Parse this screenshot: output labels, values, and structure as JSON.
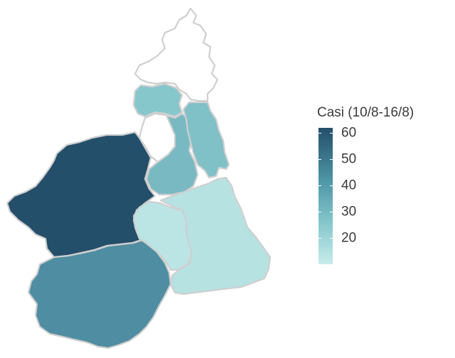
{
  "map": {
    "colors": {
      "c10": "#c7ecea",
      "c20": "#c7ecea",
      "c30": "#86c7cc",
      "c40": "#4f98a8",
      "c50": "#4f8da2",
      "c60": "#244f6a",
      "empty": "#ffffff",
      "border": "#cfcfcf"
    },
    "provinces": [
      {
        "id": "verbano-cusio-ossola",
        "value": null
      },
      {
        "id": "biella",
        "value": 25
      },
      {
        "id": "vercelli",
        "value": 29
      },
      {
        "id": "novara",
        "value": 27
      },
      {
        "id": "torino",
        "value": 60
      },
      {
        "id": "cuneo",
        "value": 42
      },
      {
        "id": "asti",
        "value": 13
      },
      {
        "id": "alessandria",
        "value": 14
      }
    ]
  },
  "legend": {
    "title": "Casi (10/8-16/8)",
    "min": 10,
    "max": 62,
    "ticks": [
      "60",
      "50",
      "40",
      "30",
      "20"
    ],
    "tick_values": [
      60,
      50,
      40,
      30,
      20
    ]
  }
}
